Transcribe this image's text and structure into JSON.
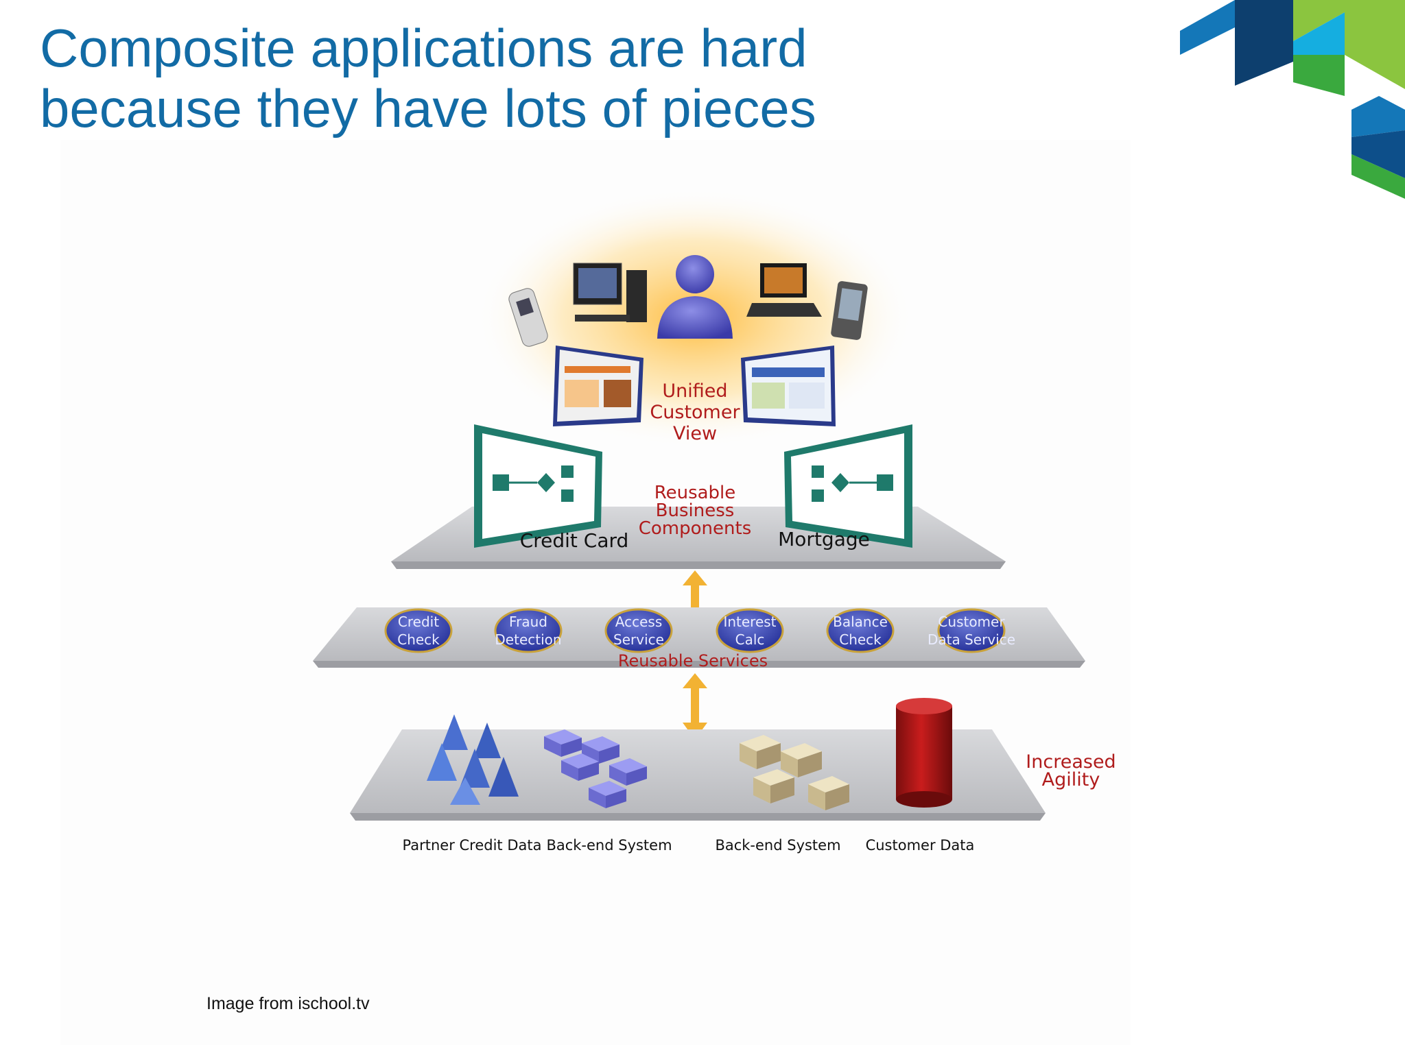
{
  "slide": {
    "title_line1": "Composite applications are hard",
    "title_line2": "because they have lots of pieces",
    "image_credit": "Image from ischool.tv"
  },
  "diagram": {
    "top_labels": {
      "unified": [
        "Unified",
        "Customer",
        "View"
      ],
      "reusable_business": [
        "Reusable",
        "Business",
        "Components"
      ],
      "credit_card": "Credit Card",
      "mortgage": "Mortgage"
    },
    "services": [
      {
        "line1": "Credit",
        "line2": "Check"
      },
      {
        "line1": "Fraud",
        "line2": "Detection"
      },
      {
        "line1": "Access",
        "line2": "Service"
      },
      {
        "line1": "Interest",
        "line2": "Calc"
      },
      {
        "line1": "Balance",
        "line2": "Check"
      },
      {
        "line1": "Customer",
        "line2": "Data Service"
      }
    ],
    "services_label": "Reusable Services",
    "data_labels": {
      "partner_credit": "Partner Credit Data",
      "backend1": "Back-end System",
      "backend2": "Back-end System",
      "customer_data": "Customer Data"
    },
    "agility": [
      "Increased",
      "Agility"
    ]
  },
  "colors": {
    "title_blue": "#126ba5",
    "label_red": "#b01c1c",
    "service_blue": "#3b4aa8",
    "arrow_orange": "#f2b233",
    "platform_gray": "#c7c8cc",
    "logo_dark_blue": "#0d4f8a",
    "logo_light_blue": "#15aee0",
    "logo_green": "#3aa93e",
    "logo_lime": "#8bc53f"
  }
}
